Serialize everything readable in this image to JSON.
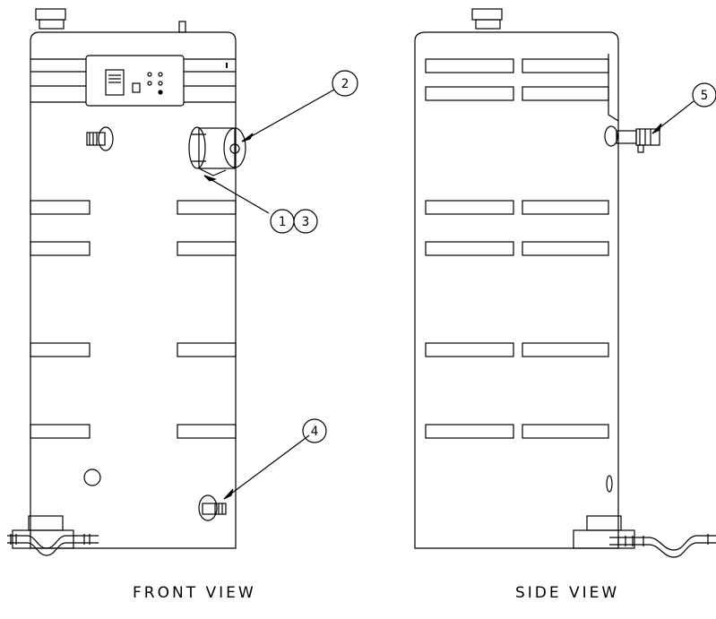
{
  "views": {
    "front": {
      "label": "FRONT VIEW"
    },
    "side": {
      "label": "SIDE VIEW"
    }
  },
  "callouts": [
    {
      "id": "callout-1",
      "text": "1"
    },
    {
      "id": "callout-2",
      "text": "2"
    },
    {
      "id": "callout-3",
      "text": "3"
    },
    {
      "id": "callout-4",
      "text": "4"
    },
    {
      "id": "callout-5",
      "text": "5"
    }
  ]
}
